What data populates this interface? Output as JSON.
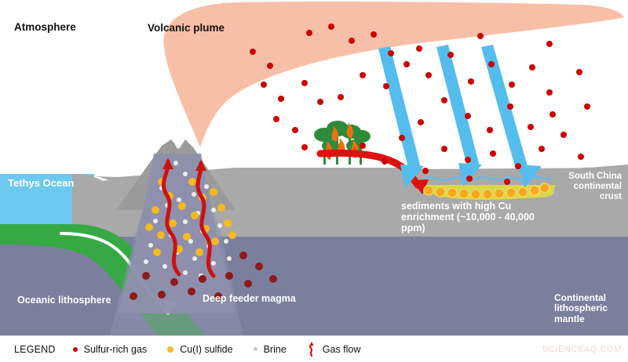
{
  "figure": {
    "labels": {
      "atmosphere": "Atmosphere",
      "volcanic_plume": "Volcanic plume",
      "tethys_ocean": "Tethys Ocean",
      "sediments": "sediments with high Cu enrichment (~10,000 - 40,000 ppm)",
      "south_china_crust": "South China continental crust",
      "oceanic_lithosphere": "Oceanic lithosphere",
      "deep_feeder_magma": "Deep feeder magma",
      "continental_lithospheric_mantle": "Continental lithospheric mantle"
    },
    "watermark": "SCIENCEAQ.COM"
  },
  "legend": {
    "title": "LEGEND",
    "items": [
      {
        "label": "Sulfur-rich gas",
        "icon": "sulfur-gas-dot",
        "color": "#cc0000"
      },
      {
        "label": "Cu(I) sulfide",
        "icon": "cu-sulfide-dot",
        "color": "#f5b921"
      },
      {
        "label": "Brine",
        "icon": "brine-dot",
        "color": "#c8c8c8"
      },
      {
        "label": "Gas flow",
        "icon": "gas-flow-arrow",
        "color": "#cc1111"
      }
    ]
  },
  "colors": {
    "plume": "#f8bfa8",
    "ocean": "#6dc8f0",
    "crust": "#a9a9a9",
    "mantle": "#7b7f9e",
    "magma_chamber": "#8e90ad",
    "slab": "#36a945",
    "sediment_basin": "#d7d84a",
    "cu_sulfide": "#f5b921",
    "sulfur_gas": "#cc0000",
    "brine": "#e8e8e8",
    "rain_arrow": "#55bdee",
    "gas_flow": "#cc1111",
    "vegetation": "#2e8b3c",
    "fire": "#f07010",
    "background": "#ffffff"
  },
  "elements": {
    "rain_arrows_count": 3,
    "gas_flow_arrows_count": 2,
    "transport_arrow": "red-curved-arrow",
    "subduction_arrow": "white-subduction-arrow"
  }
}
